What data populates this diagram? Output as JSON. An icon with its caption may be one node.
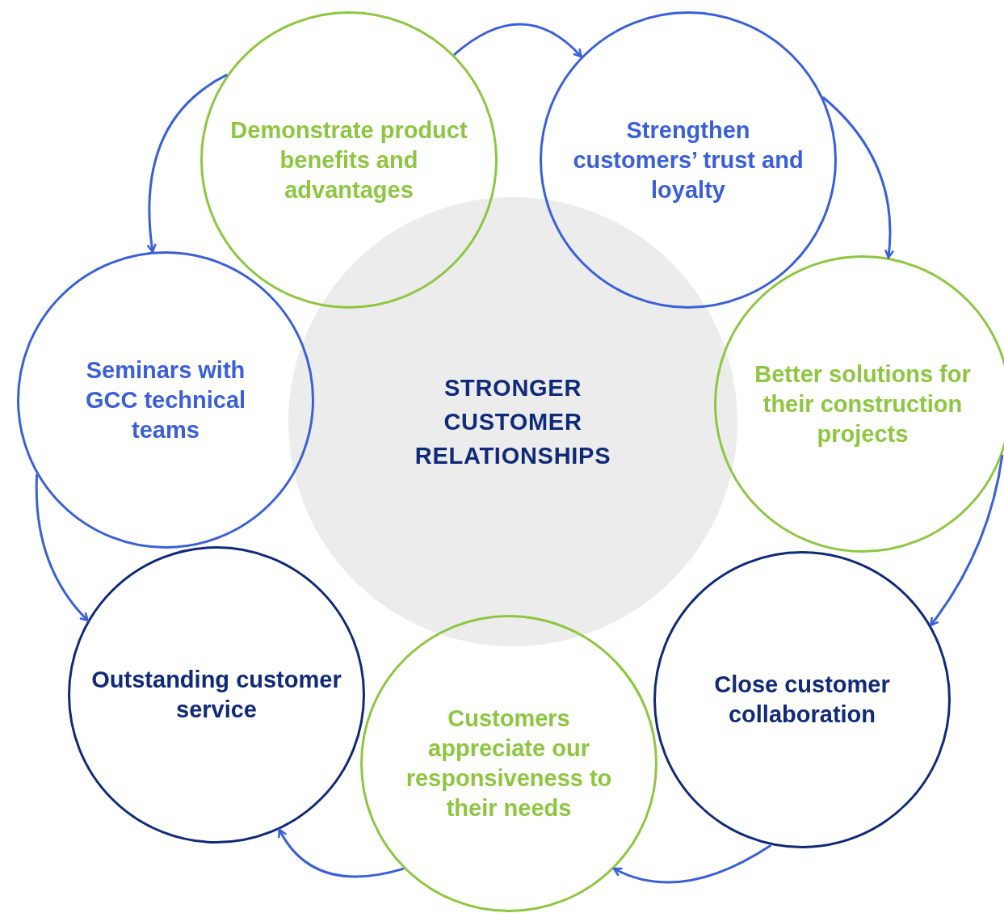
{
  "diagram": {
    "nodes": [
      {
        "text": [
          "STRONGER CUSTOMER RELATIONSHIPS"
        ]
      },
      {
        "text": [
          "Demonstrate product benefits and advantages"
        ]
      },
      {
        "text": [
          "Strengthen customers’ trust and loyalty"
        ]
      },
      {
        "text": [
          "Better solutions for their construction projects"
        ]
      },
      {
        "text": [
          "Close customer collaboration"
        ]
      },
      {
        "text": [
          "Customers appreciate our responsiveness to their needs"
        ]
      },
      {
        "text": [
          "Outstanding customer service"
        ]
      },
      {
        "text": [
          "Seminars with GCC technical teams"
        ]
      }
    ],
    "edges": [
      {
        "from": 1,
        "to": 2,
        "arrow": "to"
      },
      {
        "from": 2,
        "to": 3,
        "arrow": "to"
      },
      {
        "from": 3,
        "to": 4,
        "arrow": "to"
      },
      {
        "from": 4,
        "to": 5,
        "arrow": "to"
      },
      {
        "from": 5,
        "to": 6,
        "arrow": "to"
      },
      {
        "from": 7,
        "to": 6,
        "arrow": "to"
      },
      {
        "from": 1,
        "to": 7,
        "arrow": "to"
      }
    ]
  }
}
